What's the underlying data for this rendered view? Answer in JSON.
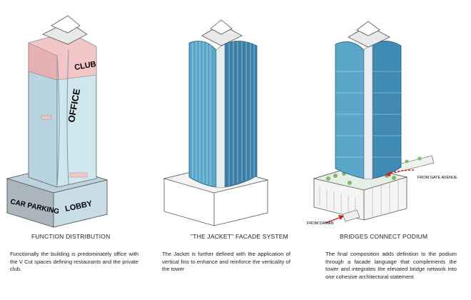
{
  "panels": [
    {
      "title": "FUNCTION DISTRIBUTION",
      "body": "Functionally the building is predominately office with the V Cut spaces defining restaurants and the private club.",
      "labels": {
        "club": "CLUB",
        "office": "OFFICE",
        "car_parking": "CAR PARKING",
        "lobby": "LOBBY"
      }
    },
    {
      "title": "\"THE JACKET\" FACADE SYSTEM",
      "body": "The Jacket is further defined with the application of vertical fins to enhance and reinforce the verticality of the tower"
    },
    {
      "title": "BRIDGES CONNECT PODIUM",
      "body": "The final composition adds definition to the podium through a facade language that complements the tower and integrates the elevated bridge network into one cohesive architectural statement",
      "labels": {
        "from_gate": "FROM GATE AVENUE",
        "from_daman": "FROM DAMAN"
      }
    }
  ],
  "colors": {
    "club": "#f2c6c6",
    "office": "#cfe6ec",
    "base": "#c9dde6",
    "glass": "#5aa6c9",
    "fins": "#3a7fa8",
    "arrow": "#d11a1a"
  }
}
